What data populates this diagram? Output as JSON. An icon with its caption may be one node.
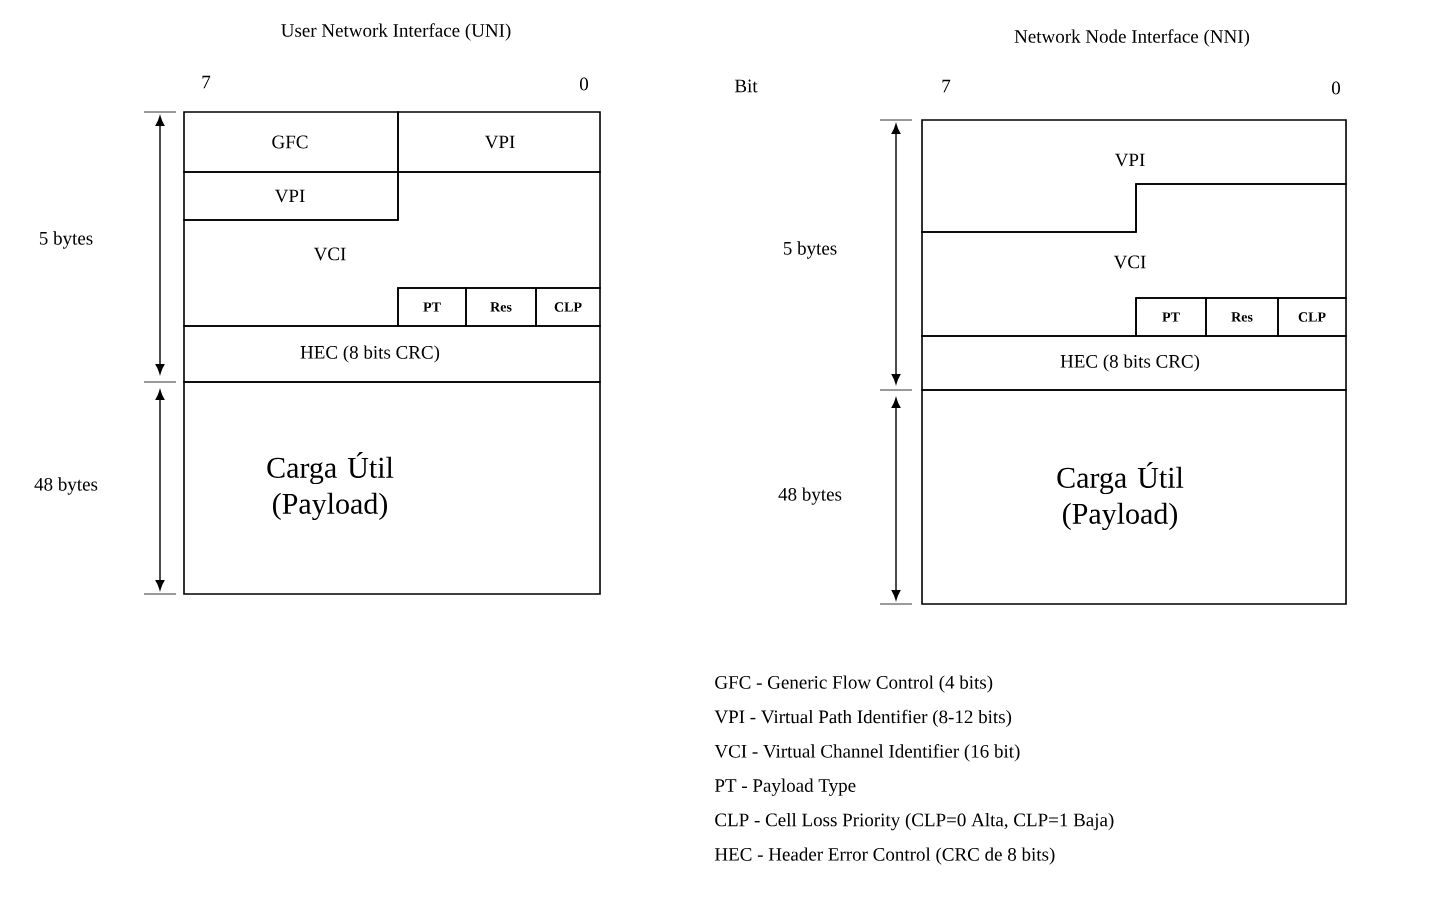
{
  "diagram": {
    "nodes": [
      {
        "text": [
          "GFC"
        ]
      },
      {
        "text": [
          "VPI"
        ]
      },
      {
        "text": [
          "VPI"
        ]
      },
      {
        "text": [
          "VCI"
        ]
      },
      {
        "text": [
          "PT"
        ]
      },
      {
        "text": [
          "Res"
        ]
      },
      {
        "text": [
          "CLP"
        ]
      },
      {
        "text": [
          "HEC (8 bits CRC)"
        ]
      },
      {
        "text": [
          "Carga Útil (Payload)"
        ]
      },
      {
        "text": [
          "VPI"
        ]
      },
      {
        "text": [
          "VCI"
        ]
      },
      {
        "text": [
          "PT"
        ]
      },
      {
        "text": [
          "Res"
        ]
      },
      {
        "text": [
          "CLP"
        ]
      },
      {
        "text": [
          "HEC (8 bits CRC)"
        ]
      },
      {
        "text": [
          "Carga Útil (Payload)"
        ]
      }
    ],
    "labels": [
      "User Network Interface (UNI)",
      "Network Node Interface (NNI)",
      "7",
      "0",
      "Bit",
      "7",
      "0",
      "5 bytes",
      "5 bytes",
      "48 bytes",
      "48 bytes",
      "GFC - Generic Flow Control (4 bits)",
      "VPI - Virtual Path Identifier (8-12 bits)",
      "VCI - Virtual Channel Identifier (16 bit)",
      "PT - Payload Type",
      "CLP - Cell Loss Priority (CLP=0 Alta, CLP=1 Baja)",
      "HEC - Header Error Control (CRC de 8 bits)"
    ]
  }
}
